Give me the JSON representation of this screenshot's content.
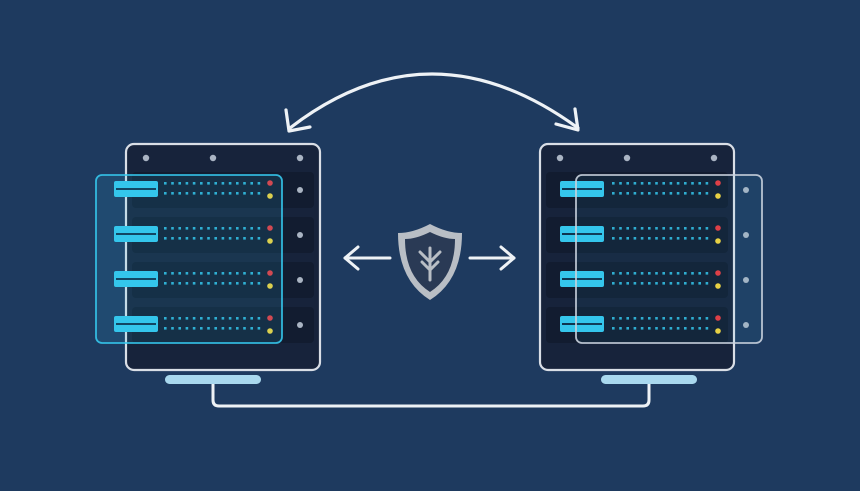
{
  "colors": {
    "background": "#1e3a5f",
    "server_body": "#17233b",
    "server_stroke": "#d9dee6",
    "slot": "#121c30",
    "accent": "#35c6ec",
    "led_red": "#e8383d",
    "led_yellow": "#f3d23a",
    "port_dot": "#aab4c3",
    "connector": "#eef2f6",
    "shield": "#b9bec5"
  },
  "icons": {
    "shield": "shield-icon",
    "sync": "bidirectional-arrow-icon",
    "link": "cable-icon"
  },
  "diagram": {
    "nodes": [
      {
        "id": "server-left",
        "type": "server-rack",
        "units": 4
      },
      {
        "id": "server-right",
        "type": "server-rack",
        "units": 4
      }
    ],
    "links": [
      {
        "from": "server-left",
        "to": "server-right",
        "kind": "sync-arc",
        "direction": "both"
      },
      {
        "from": "server-left",
        "to": "server-right",
        "kind": "secure-exchange",
        "direction": "both",
        "icon": "shield-icon"
      },
      {
        "from": "server-left",
        "to": "server-right",
        "kind": "cable"
      }
    ]
  }
}
